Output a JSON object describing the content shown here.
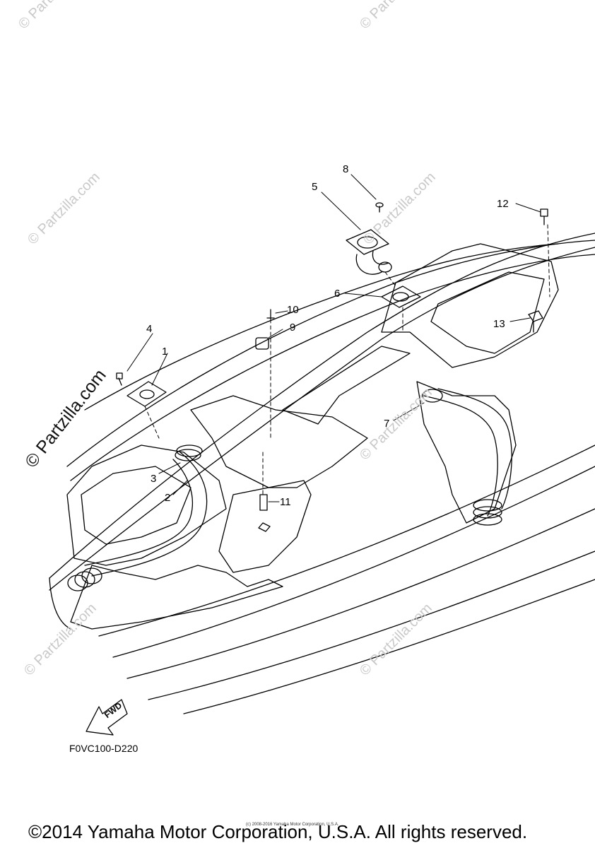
{
  "diagram": {
    "code": "F0VC100-D220",
    "direction_label": "FWD",
    "copyright": "©2014 Yamaha Motor Corporation, U.S.A. All rights reserved.",
    "copyright_small": "(c) 2008-2016 Yamaha Motor Corporation, U.S.A.",
    "watermark": "© Partzilla.com",
    "callouts": [
      "1",
      "2",
      "3",
      "4",
      "5",
      "6",
      "7",
      "8",
      "9",
      "10",
      "11",
      "12",
      "13"
    ]
  }
}
